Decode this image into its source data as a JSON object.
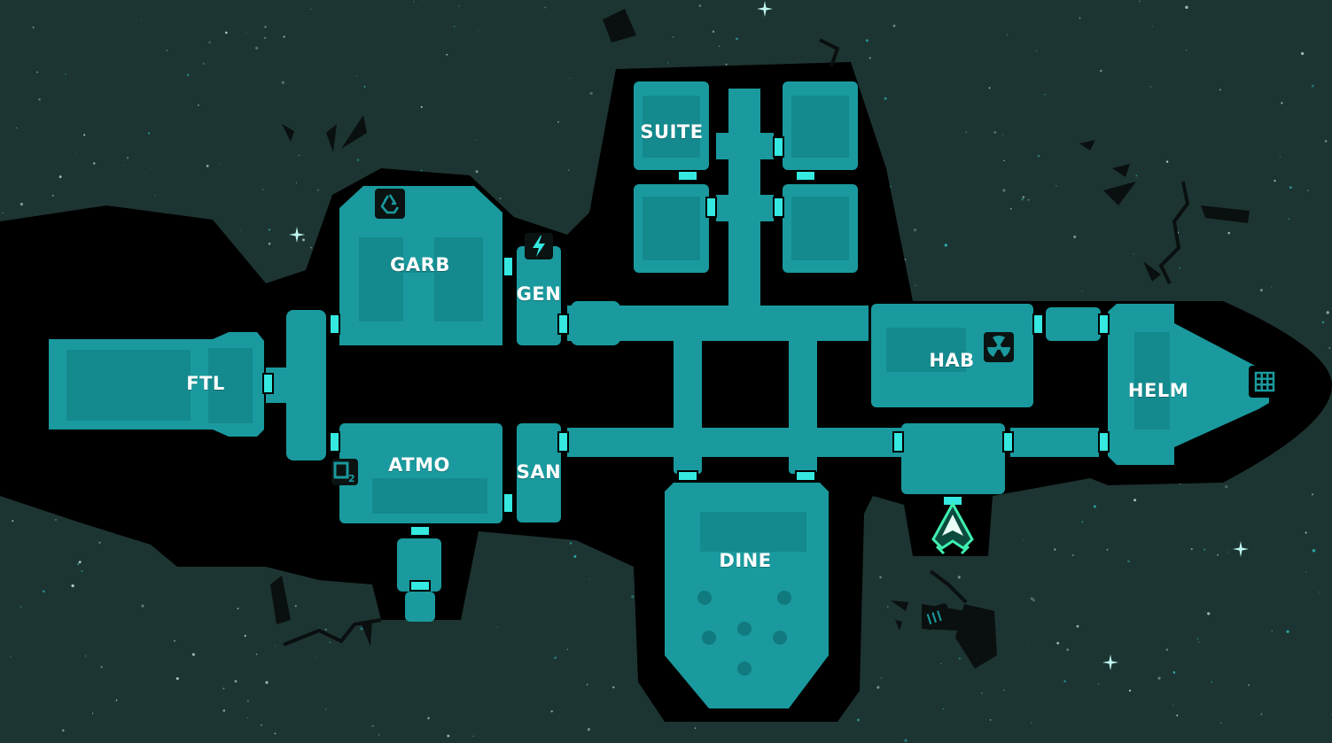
{
  "colors": {
    "space": "#1d3532",
    "hull": "#000000",
    "floor": "#1a9a9e",
    "floor_dark": "#148a8e",
    "door": "#35e8e0",
    "label": "#ffffff",
    "player_marker": "#3ff0b0"
  },
  "rooms": [
    {
      "id": "ftl",
      "label": "FTL"
    },
    {
      "id": "garb",
      "label": "GARB"
    },
    {
      "id": "gen",
      "label": "GEN"
    },
    {
      "id": "atmo",
      "label": "ATMO"
    },
    {
      "id": "san",
      "label": "SAN"
    },
    {
      "id": "suite",
      "label": "SUITE"
    },
    {
      "id": "dine",
      "label": "DINE"
    },
    {
      "id": "hab",
      "label": "HAB"
    },
    {
      "id": "helm",
      "label": "HELM"
    }
  ],
  "icons": {
    "garb": "recycle-icon",
    "gen": "lightning-icon",
    "atmo": "o2-icon",
    "hab": "radiation-icon",
    "helm": "grid-icon",
    "player": "player-ship-marker-icon"
  },
  "o2_text": "O",
  "o2_sub": "2"
}
